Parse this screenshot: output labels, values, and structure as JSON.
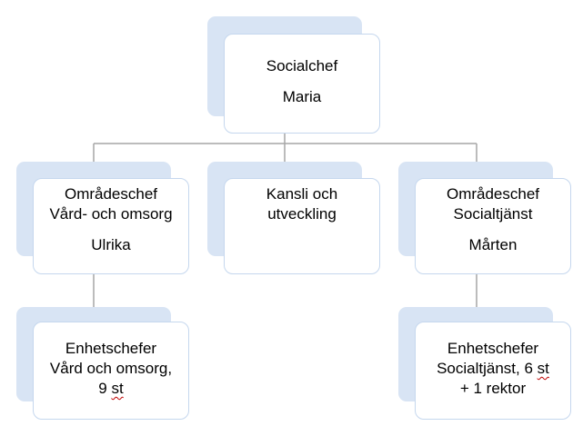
{
  "nodes": {
    "social_chief": {
      "title": "Socialchef",
      "name": "Maria"
    },
    "area_care": {
      "title_line1": "Områdeschef",
      "title_line2": "Vård- och omsorg",
      "name": "Ulrika"
    },
    "office": {
      "title_line1": "Kansli och",
      "title_line2": "utveckling"
    },
    "area_social": {
      "title_line1": "Områdeschef",
      "title_line2": "Socialtjänst",
      "name": "Mårten"
    },
    "units_care": {
      "line1": "Enhetschefer",
      "line2": "Vård och omsorg,",
      "line3_pre": "9 ",
      "line3_mark": "st"
    },
    "units_social": {
      "line1": "Enhetschefer",
      "line2_pre": "Socialtjänst, 6 ",
      "line2_mark": "st",
      "line3": "+ 1 rektor"
    }
  },
  "colors": {
    "connector": "#a6a6a6",
    "shadow": "#d8e4f4",
    "border": "#c5d7ee",
    "spellcheck": "#c00000"
  }
}
